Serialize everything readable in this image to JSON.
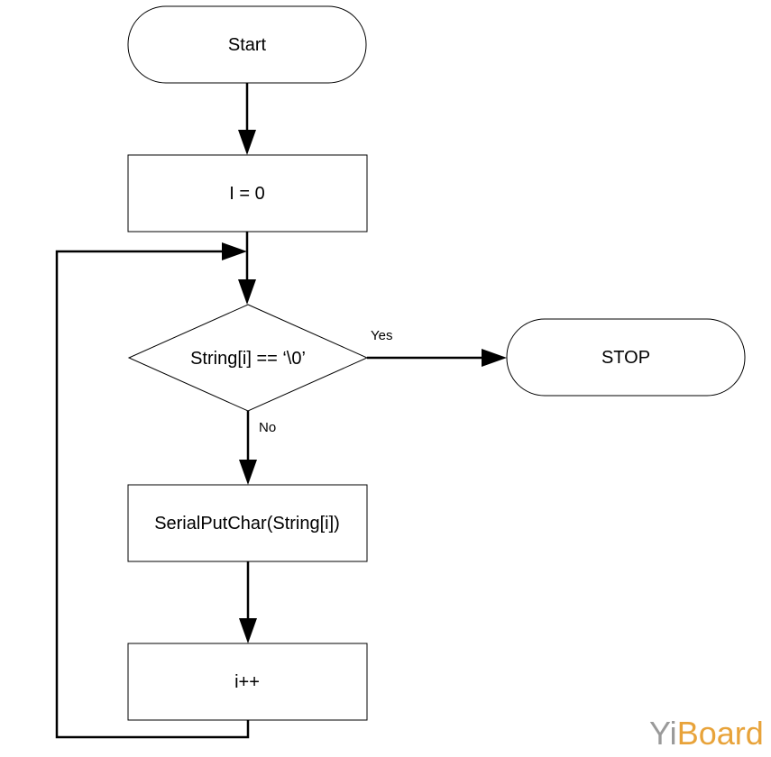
{
  "nodes": {
    "start": {
      "label": "Start"
    },
    "init": {
      "label": "I = 0"
    },
    "condition": {
      "label": "String[i] == ‘\\0’"
    },
    "stop": {
      "label": "STOP"
    },
    "output": {
      "label": "SerialPutChar(String[i])"
    },
    "increment": {
      "label": "i++"
    }
  },
  "edges": {
    "yes_label": "Yes",
    "no_label": "No"
  },
  "watermark": {
    "prefix": "Yi",
    "suffix": "Board",
    "colors": {
      "prefix": "#9a9a9a",
      "suffix": "#e8a33a"
    }
  }
}
